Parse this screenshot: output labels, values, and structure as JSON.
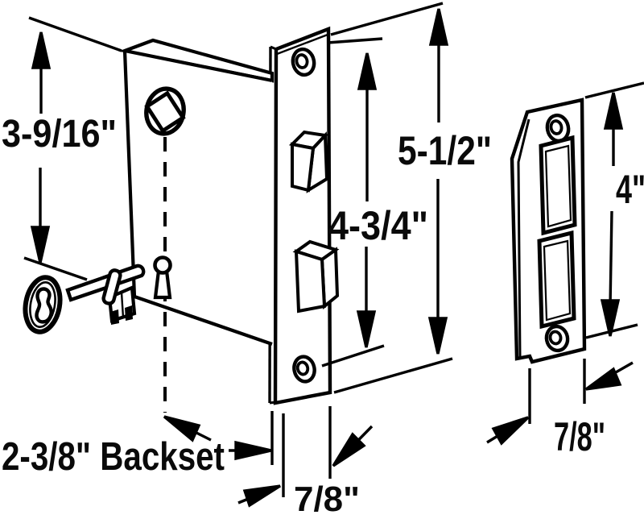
{
  "diagram": {
    "subject": "Mortise lock with skeleton key and strike plate - dimension diagram",
    "colors": {
      "background": "#ffffff",
      "ink": "#000000"
    },
    "labels": {
      "case_height": "3-9/16\"",
      "faceplate_height": "5-1/2\"",
      "screw_hole_spacing": "4-3/4\"",
      "strike_plate_height": "4\"",
      "strike_plate_width": "7/8\"",
      "backset": "2-3/8\" Backset",
      "faceplate_width": "7/8\""
    }
  }
}
